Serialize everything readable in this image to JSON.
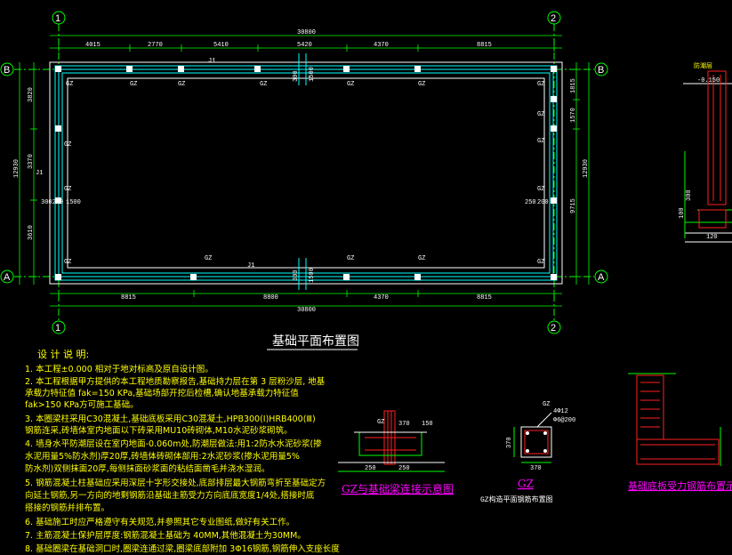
{
  "plan": {
    "title": "基础平面布置图",
    "axes": {
      "top_left": "1",
      "top_right": "2",
      "bottom_left": "1",
      "bottom_right": "2",
      "row_b_left": "B",
      "row_b_right": "B",
      "row_a_left": "A",
      "row_a_right": "A"
    },
    "top_total": "30800",
    "top_segments": [
      "4015",
      "2770",
      "5410",
      "5420",
      "4370",
      "8815"
    ],
    "bottom_total": "30800",
    "bottom_segments": [
      "8815",
      "8800",
      "4370",
      "8815"
    ],
    "left_total": "12930",
    "left_segments": [
      "3820",
      "3370",
      "3610"
    ],
    "right_total": "12930",
    "right_segments": [
      "1815",
      "1570",
      "9715"
    ],
    "beam_label": "J1",
    "column_label": "GZ",
    "side_marks_left": "300250",
    "side_marks_left2": "1500",
    "side_marks_right": "250",
    "side_marks_right2": "200",
    "center_mark": "300",
    "center_mark2": "1500"
  },
  "notes": {
    "heading": "设 计 说 明:",
    "lines": [
      "1. 本工程±0.000 相对于地对标高及原自设计图。",
      "2. 本工程根据甲方提供的本工程地质勘察报告,基础持力层在第 3 层粉沙层, 地基",
      "   承载力特征值 fak=150 KPa,基础场部开挖后检槽,确认地基承载力特征值",
      "   fak>150 KPa方可施工基础。",
      "3. 本圈梁柱采用C30混凝土,基础底板采用C30混凝土,HPB300(Ⅰ)HRB400(Ⅲ)",
      "   钢筋连采,砖墙体室内地面以下砖采用MU10砖砌体,M10水泥砂浆砌筑。",
      "4. 墙身水平防潮层设在室内地面-0.060m处,防潮层做法:用1:2防水水泥砂浆(掺",
      "   水泥用量5%防水剂)厚20厚,砖墙体砖砌体部用:2水泥砂浆(掺水泥用量5%",
      "   防水剂)双侧抹面20厚,每侧抹面砂浆面的粘结面凿毛并浇水湿润。",
      "5. 钢筋混凝土柱基础应采用深层十字形交接处,底部排层最大钢筋弯折至基础定方",
      "   向延土钢筋,另一方向的地剩钢筋沿基础主筋受力方向底底宽度1/4处,搭接时底",
      "   搭接的钢筋并排布置。",
      "6. 基础施工时应严格遵守有关规范,并参照其它专业图纸,做好有关工作。",
      "7. 主筋混凝土保护层厚度:钢筋混凝土基础为 40MM,其他混凝土为30MM。",
      "8. 基础圈梁在基础洞口时,圈梁连通过梁,圈梁底部附加 3Φ16钢筋,钢筋伸入支座长度"
    ]
  },
  "detail1": {
    "caption": "GZ与基础梁连接示意图",
    "dims": [
      "370",
      "150",
      "250",
      "250"
    ],
    "label": "GZ"
  },
  "detail2": {
    "caption_main": "GZ",
    "caption_sub": "GZ构造平面钢筋布置图",
    "dims": [
      "370",
      "370"
    ],
    "label": "GZ",
    "spec1": "4Φ12",
    "spec2": "Φ6@200"
  },
  "detail3": {
    "caption": "基础底板受力钢筋布置示意"
  },
  "section": {
    "level": "-0.150",
    "label": "防潮层",
    "dims": [
      "100",
      "300",
      "120"
    ]
  },
  "colors": {
    "axis": "#00ff00",
    "wall": "#00ffff",
    "dim": "#00ff00",
    "text": "#ffffff",
    "note": "#ffff00",
    "caption": "#ff00ff",
    "rebar": "#ff2020",
    "column": "#ffffff"
  }
}
